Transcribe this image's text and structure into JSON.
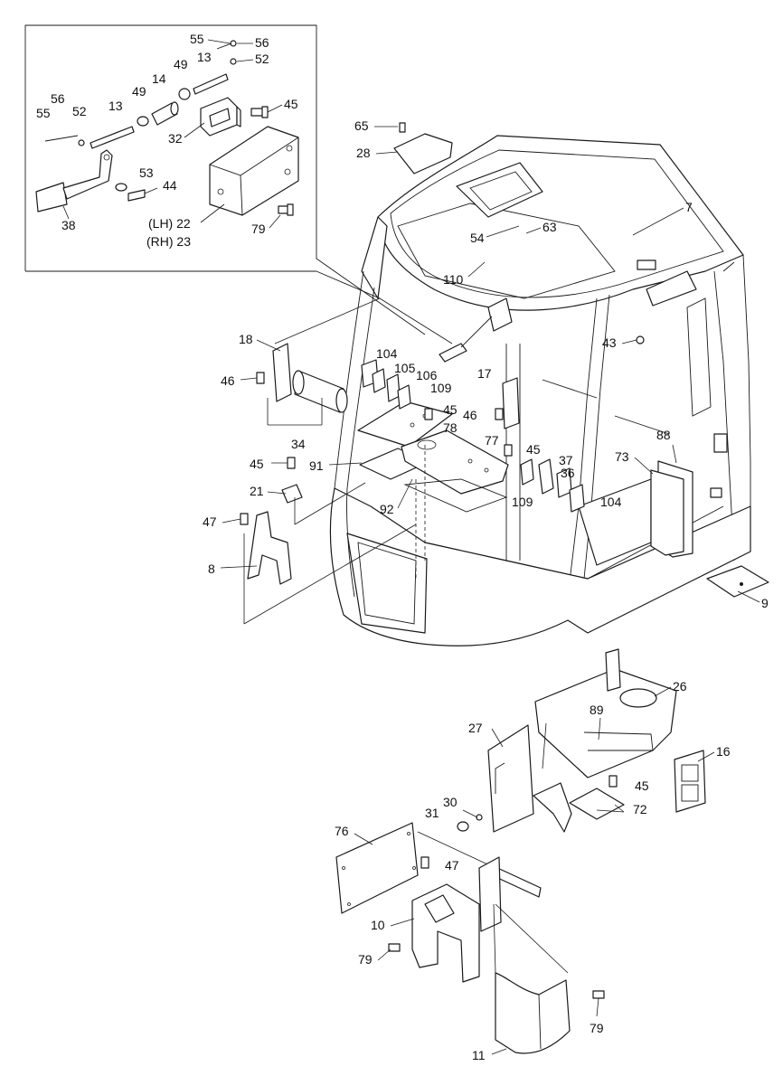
{
  "callouts": {
    "c55a": "55",
    "c56a": "56",
    "c52a": "52",
    "c13a": "13",
    "c49a": "49",
    "c14": "14",
    "c45a": "45",
    "c32": "32",
    "c56b": "56",
    "c55b": "55",
    "c52b": "52",
    "c13b": "13",
    "c49b": "49",
    "c53": "53",
    "c44": "44",
    "c38": "38",
    "c22": "(LH) 22",
    "c23": "(RH) 23",
    "c79a": "79",
    "c65": "65",
    "c28": "28",
    "c7": "7",
    "c54": "54",
    "c63": "63",
    "c110": "110",
    "c43": "43",
    "c18": "18",
    "c46a": "46",
    "c104a": "104",
    "c105": "105",
    "c106": "106",
    "c109a": "109",
    "c17": "17",
    "c45b": "45",
    "c46b": "46",
    "c78": "78",
    "c34": "34",
    "c77": "77",
    "c45c": "45",
    "c37": "37",
    "c88": "88",
    "c73": "73",
    "c45d": "45",
    "c91": "91",
    "c21": "21",
    "c92": "92",
    "c109b": "109",
    "c36": "36",
    "c104b": "104",
    "c47a": "47",
    "c8": "8",
    "c9": "9",
    "c26": "26",
    "c89": "89",
    "c27": "27",
    "c16": "16",
    "c45e": "45",
    "c30": "30",
    "c31": "31",
    "c72": "72",
    "c76": "76",
    "c47b": "47",
    "c10": "10",
    "c79b": "79",
    "c79c": "79",
    "c11": "11"
  }
}
